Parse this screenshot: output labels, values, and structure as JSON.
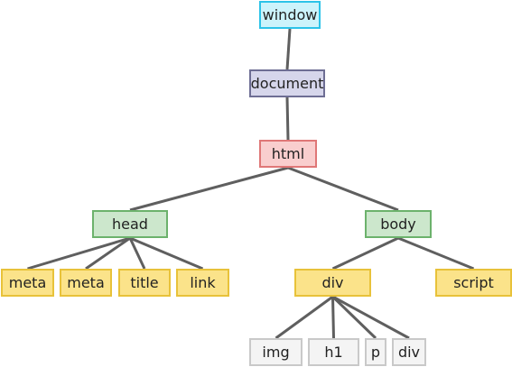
{
  "diagram": {
    "nodes": {
      "window": {
        "label": "window"
      },
      "document": {
        "label": "document"
      },
      "html": {
        "label": "html"
      },
      "head": {
        "label": "head"
      },
      "body": {
        "label": "body"
      },
      "meta1": {
        "label": "meta"
      },
      "meta2": {
        "label": "meta"
      },
      "title": {
        "label": "title"
      },
      "link": {
        "label": "link"
      },
      "div": {
        "label": "div"
      },
      "script": {
        "label": "script"
      },
      "img": {
        "label": "img"
      },
      "h1": {
        "label": "h1"
      },
      "p": {
        "label": "p"
      },
      "div2": {
        "label": "div"
      }
    },
    "edges": [
      [
        "window",
        "document"
      ],
      [
        "document",
        "html"
      ],
      [
        "html",
        "head"
      ],
      [
        "html",
        "body"
      ],
      [
        "head",
        "meta1"
      ],
      [
        "head",
        "meta2"
      ],
      [
        "head",
        "title"
      ],
      [
        "head",
        "link"
      ],
      [
        "body",
        "div"
      ],
      [
        "body",
        "script"
      ],
      [
        "div",
        "img"
      ],
      [
        "div",
        "h1"
      ],
      [
        "div",
        "p"
      ],
      [
        "div",
        "div2"
      ]
    ],
    "colors": {
      "edge": "#5f5f5f",
      "window": "#ccf3fb",
      "document": "#d6d6eb",
      "html": "#f9cece",
      "head_body": "#cce7cc",
      "level3": "#fbe38a",
      "level4": "#f4f4f4"
    }
  }
}
